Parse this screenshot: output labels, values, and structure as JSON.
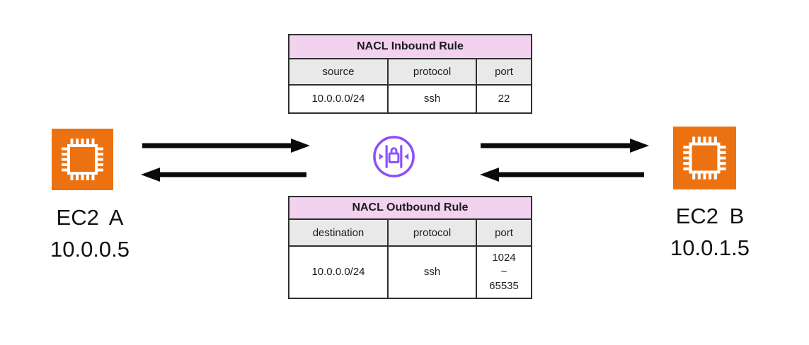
{
  "colors": {
    "ec2_orange": "#EC7211",
    "nacl_purple": "#8C4FFF",
    "table_title_pink": "#F2D2EE",
    "table_header_gray": "#E9E9E9",
    "border_dark": "#2F2F2F",
    "arrow_black": "#0A0A0A"
  },
  "nodes": {
    "ec2_a": {
      "label": "EC2 A",
      "ip": "10.0.0.5",
      "icon": "ec2-chip-icon"
    },
    "ec2_b": {
      "label": "EC2 B",
      "ip": "10.0.1.5",
      "icon": "ec2-chip-icon"
    },
    "nacl": {
      "icon": "network-acl-lock-icon"
    }
  },
  "inbound": {
    "title": "NACL Inbound Rule",
    "columns": [
      "source",
      "protocol",
      "port"
    ],
    "rows": [
      [
        "10.0.0.0/24",
        "ssh",
        "22"
      ]
    ]
  },
  "outbound": {
    "title": "NACL Outbound Rule",
    "columns": [
      "destination",
      "protocol",
      "port"
    ],
    "rows": [
      [
        "10.0.0.0/24",
        "ssh",
        "1024\n~\n65535"
      ]
    ]
  }
}
